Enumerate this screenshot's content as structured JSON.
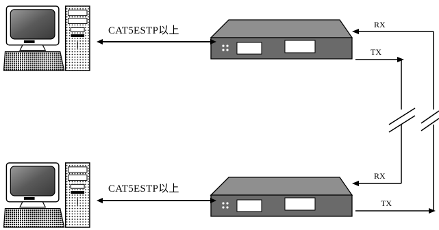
{
  "links": {
    "top": {
      "cable_label": "CAT5ESTP以上",
      "rx_label": "RX",
      "tx_label": "TX"
    },
    "bottom": {
      "cable_label": "CAT5ESTP以上",
      "rx_label": "RX",
      "tx_label": "TX"
    }
  },
  "icons": {
    "computer": "desktop-computer-icon",
    "extender": "extender-box-icon"
  },
  "colors": {
    "line": "#000000",
    "device_fill": "#6d6d6d",
    "device_top": "#8a8a8a",
    "device_front": "#5c5c5c",
    "window": "#ffffff"
  }
}
